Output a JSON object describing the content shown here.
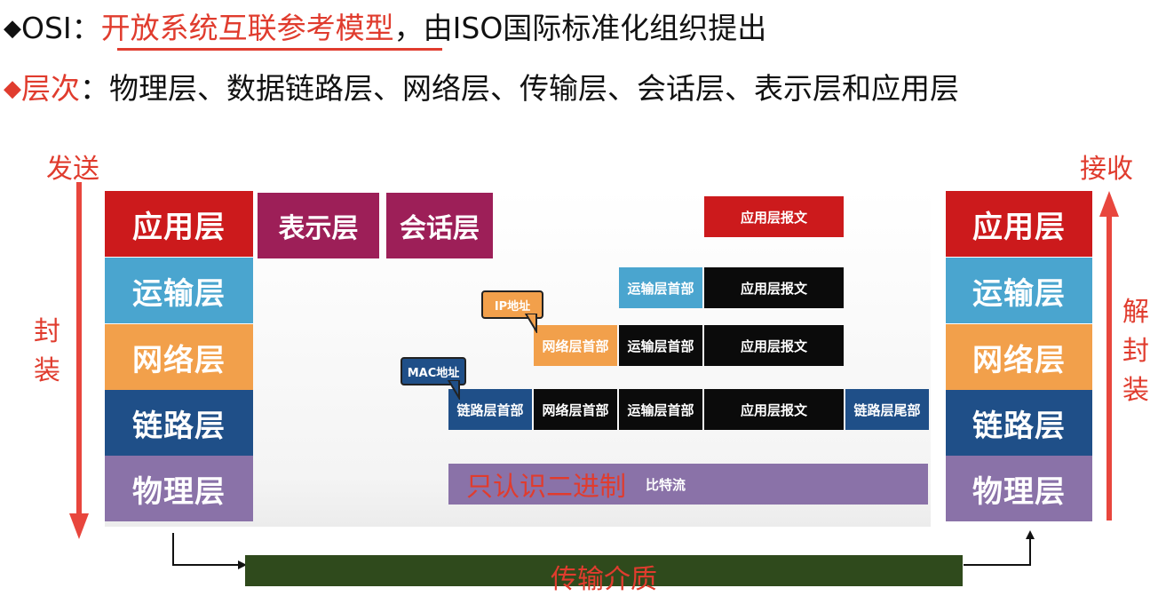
{
  "header": {
    "line1": {
      "bullet": "◆",
      "prefix": "OSI：",
      "highlight": "开放系统互联参考模型",
      "suffix": "，由ISO国际标准化组织提出"
    },
    "line2": {
      "bullet": "◆",
      "label": "层次",
      "colon": "：",
      "text": "物理层、数据链路层、网络层、传输层、会话层、表示层和应用层"
    }
  },
  "labels": {
    "send": "发送",
    "receive": "接收",
    "encapsulate": [
      "封",
      "装"
    ],
    "decapsulate": [
      "解",
      "封",
      "装"
    ],
    "medium": "传输介质"
  },
  "stack_left": [
    "应用层",
    "运输层",
    "网络层",
    "链路层",
    "物理层"
  ],
  "stack_right": [
    "应用层",
    "运输层",
    "网络层",
    "链路层",
    "物理层"
  ],
  "upper_layers": [
    "表示层",
    "会话层"
  ],
  "rows": {
    "app": [
      "应用层报文"
    ],
    "transport": [
      "运输层首部",
      "应用层报文"
    ],
    "network": [
      "网络层首部",
      "运输层首部",
      "应用层报文"
    ],
    "link": [
      "链路层首部",
      "网络层首部",
      "运输层首部",
      "应用层报文",
      "链路层尾部"
    ]
  },
  "callouts": {
    "ip": "IP地址",
    "mac": "MAC地址"
  },
  "bits": {
    "main": "只认识二进制",
    "small": "比特流"
  },
  "colors": {
    "accent_red": "#e03c2e",
    "application": "#cc1a1c",
    "transport": "#4aa5cf",
    "network": "#f2a04b",
    "link": "#1f4f88",
    "physical": "#8a72a8",
    "upper": "#9d1f58",
    "medium": "#2f4a1c"
  }
}
